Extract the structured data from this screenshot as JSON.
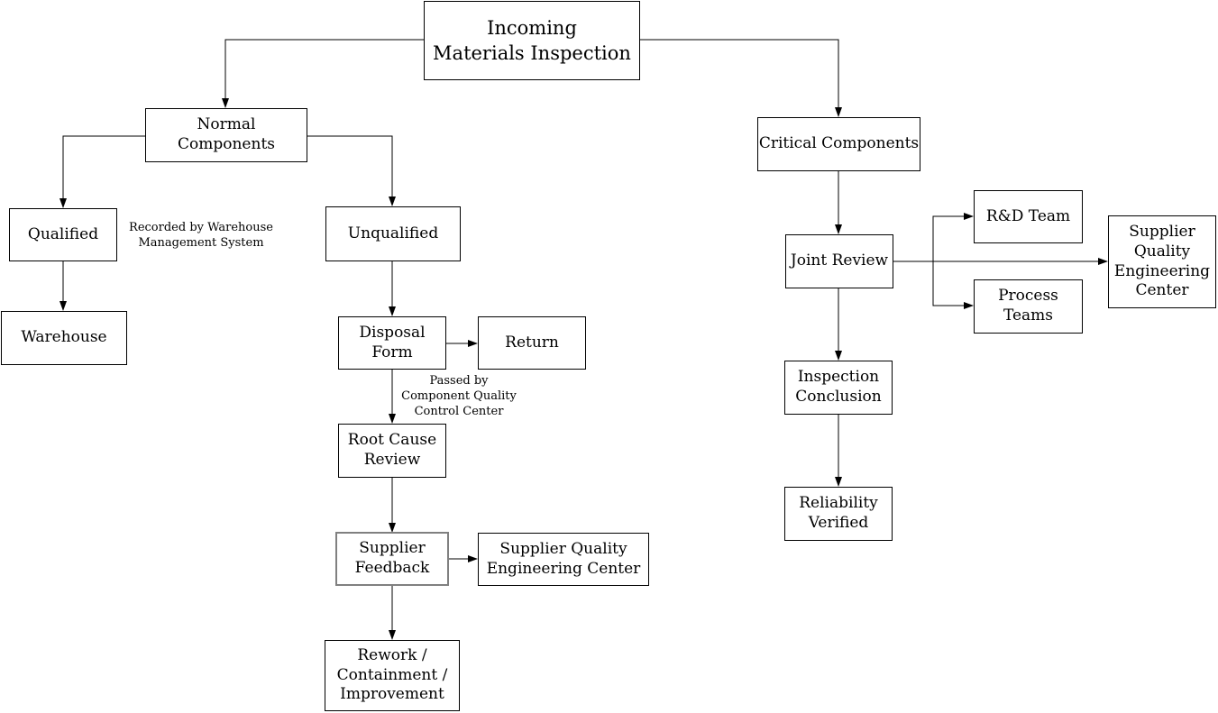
{
  "nodes": {
    "title": {
      "label": "Incoming\nMaterials Inspection"
    },
    "normal_components": {
      "label": "Normal Components"
    },
    "critical_components": {
      "label": "Critical Components"
    },
    "qualified": {
      "label": "Qualified"
    },
    "unqualified": {
      "label": "Unqualified"
    },
    "warehouse": {
      "label": "Warehouse"
    },
    "disposal_form": {
      "label": "Disposal\nForm"
    },
    "return": {
      "label": "Return"
    },
    "root_cause_review": {
      "label": "Root Cause\nReview"
    },
    "supplier_feedback": {
      "label": "Supplier\nFeedback"
    },
    "sqec_left": {
      "label": "Supplier Quality\nEngineering Center"
    },
    "rework": {
      "label": "Rework /\nContainment /\nImprovement"
    },
    "joint_review": {
      "label": "Joint Review"
    },
    "rd_team": {
      "label": "R&D Team"
    },
    "process_teams": {
      "label": "Process\nTeams"
    },
    "sqec_right": {
      "label": "Supplier\nQuality\nEngineering\nCenter"
    },
    "inspection_conclusion": {
      "label": "Inspection\nConclusion"
    },
    "reliability_verified": {
      "label": "Reliability\nVerified"
    }
  },
  "annotations": {
    "recorded_by": {
      "text": "Recorded by Warehouse\nManagement System"
    },
    "passed_by": {
      "text": "Passed by\nComponent Quality\nControl Center"
    }
  },
  "colors": {
    "background": "#ffffff",
    "box_border": "#000000",
    "highlight_border": "#808080",
    "text": "#000000",
    "edge": "#000000"
  }
}
